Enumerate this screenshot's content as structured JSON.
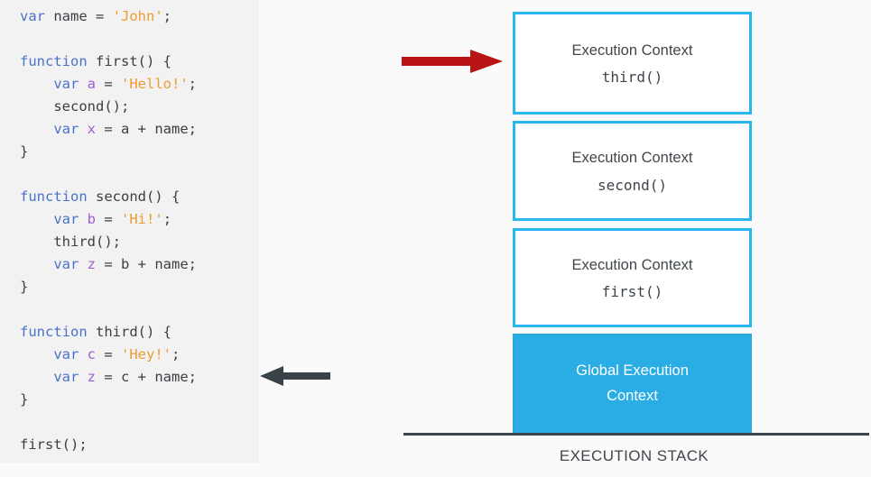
{
  "code": {
    "language": "javascript",
    "lines": [
      [
        {
          "t": "var",
          "c": "kw"
        },
        {
          "t": " name = ",
          "c": "plain"
        },
        {
          "t": "'John'",
          "c": "str"
        },
        {
          "t": ";",
          "c": "punct"
        }
      ],
      [],
      [
        {
          "t": "function",
          "c": "kw"
        },
        {
          "t": " first() {",
          "c": "plain"
        }
      ],
      [
        {
          "t": "    ",
          "c": "plain"
        },
        {
          "t": "var",
          "c": "kw"
        },
        {
          "t": " ",
          "c": "plain"
        },
        {
          "t": "a",
          "c": "var"
        },
        {
          "t": " = ",
          "c": "plain"
        },
        {
          "t": "'Hello!'",
          "c": "str"
        },
        {
          "t": ";",
          "c": "punct"
        }
      ],
      [
        {
          "t": "    second();",
          "c": "plain"
        }
      ],
      [
        {
          "t": "    ",
          "c": "plain"
        },
        {
          "t": "var",
          "c": "kw"
        },
        {
          "t": " ",
          "c": "plain"
        },
        {
          "t": "x",
          "c": "var"
        },
        {
          "t": " = a + name;",
          "c": "plain"
        }
      ],
      [
        {
          "t": "}",
          "c": "plain"
        }
      ],
      [],
      [
        {
          "t": "function",
          "c": "kw"
        },
        {
          "t": " second() {",
          "c": "plain"
        }
      ],
      [
        {
          "t": "    ",
          "c": "plain"
        },
        {
          "t": "var",
          "c": "kw"
        },
        {
          "t": " ",
          "c": "plain"
        },
        {
          "t": "b",
          "c": "var"
        },
        {
          "t": " = ",
          "c": "plain"
        },
        {
          "t": "'Hi!'",
          "c": "str"
        },
        {
          "t": ";",
          "c": "punct"
        }
      ],
      [
        {
          "t": "    third();",
          "c": "plain"
        }
      ],
      [
        {
          "t": "    ",
          "c": "plain"
        },
        {
          "t": "var",
          "c": "kw"
        },
        {
          "t": " ",
          "c": "plain"
        },
        {
          "t": "z",
          "c": "var"
        },
        {
          "t": " = b + name;",
          "c": "plain"
        }
      ],
      [
        {
          "t": "}",
          "c": "plain"
        }
      ],
      [],
      [
        {
          "t": "function",
          "c": "kw"
        },
        {
          "t": " third() {",
          "c": "plain"
        }
      ],
      [
        {
          "t": "    ",
          "c": "plain"
        },
        {
          "t": "var",
          "c": "kw"
        },
        {
          "t": " ",
          "c": "plain"
        },
        {
          "t": "c",
          "c": "var"
        },
        {
          "t": " = ",
          "c": "plain"
        },
        {
          "t": "'Hey!'",
          "c": "str"
        },
        {
          "t": ";",
          "c": "punct"
        }
      ],
      [
        {
          "t": "    ",
          "c": "plain"
        },
        {
          "t": "var",
          "c": "kw"
        },
        {
          "t": " ",
          "c": "plain"
        },
        {
          "t": "z",
          "c": "var"
        },
        {
          "t": " = c + name;",
          "c": "plain"
        }
      ],
      [
        {
          "t": "}",
          "c": "plain"
        }
      ],
      [],
      [
        {
          "t": "first();",
          "c": "plain"
        }
      ]
    ],
    "colors": {
      "keyword": "#4a72c8",
      "variable": "#a05fd0",
      "string": "#ee9b34",
      "plain": "#3a3f44",
      "background": "#f2f2f2"
    }
  },
  "annotations": {
    "current_line_arrow": {
      "icon": "arrow-left-icon",
      "color": "#3a4348",
      "points_to": "var z = c + name;"
    },
    "active_context_arrow": {
      "icon": "arrow-right-icon",
      "color": "#b81414",
      "points_to": "Execution Context third()"
    }
  },
  "stack": {
    "caption": "EXECUTION STACK",
    "border_color": "#29b6ec",
    "global_fill_color": "#29ade4",
    "baseline_color": "#3f464c",
    "frames": [
      {
        "title": "Execution Context",
        "fn": "third()",
        "active": true,
        "global": false
      },
      {
        "title": "Execution Context",
        "fn": "second()",
        "active": false,
        "global": false
      },
      {
        "title": "Execution Context",
        "fn": "first()",
        "active": false,
        "global": false
      }
    ],
    "global_frame": {
      "line1": "Global Execution",
      "line2": "Context"
    }
  }
}
